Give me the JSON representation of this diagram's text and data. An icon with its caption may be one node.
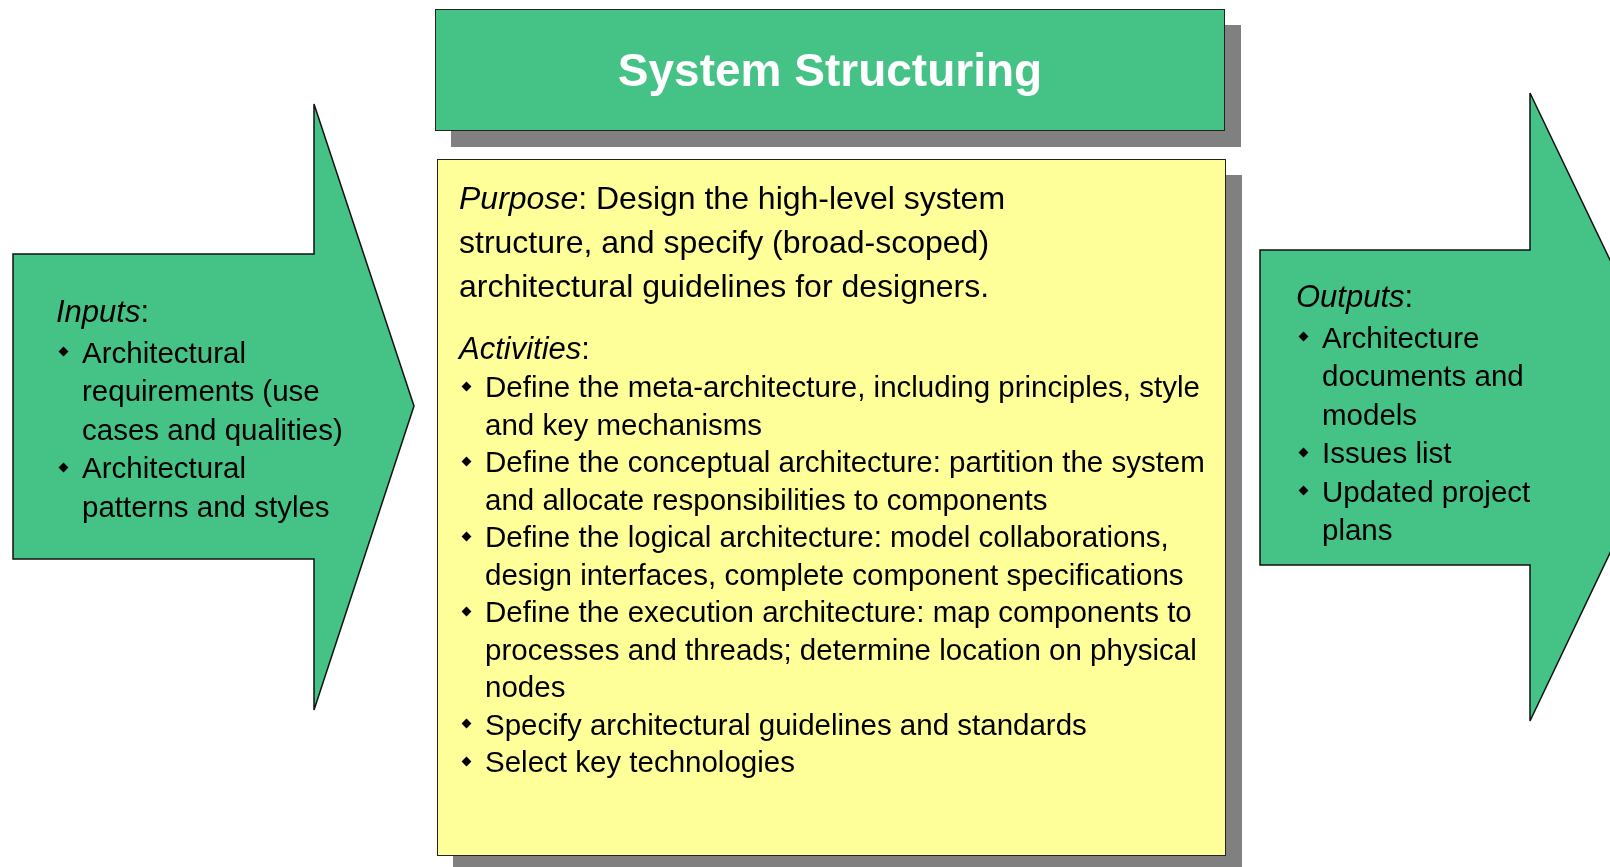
{
  "diagram": {
    "nodes": [
      {
        "text": [
          "System Structuring"
        ]
      },
      {
        "text": [
          "*Purpose*: Design the high-level system structure, and specify (broad-scoped) architectural guidelines for designers.",
          "*Activities*:",
          "Define the meta-architecture, including principles, style and key mechanisms",
          "Define the conceptual architecture: partition the system and allocate responsibilities to components",
          "Define the logical architecture: model collaborations, design interfaces, complete component specifications",
          "Define the execution architecture: map components to processes and threads; determine location on physical nodes",
          "Specify architectural guidelines and standards",
          "Select key technologies"
        ]
      },
      {
        "text": [
          "*Inputs*:",
          "Architectural requirements (use cases and qualities)",
          "Architectural patterns and styles"
        ]
      },
      {
        "text": [
          "*Outputs*:",
          "Architecture documents and models",
          "Issues list",
          "Updated project plans"
        ]
      }
    ]
  }
}
